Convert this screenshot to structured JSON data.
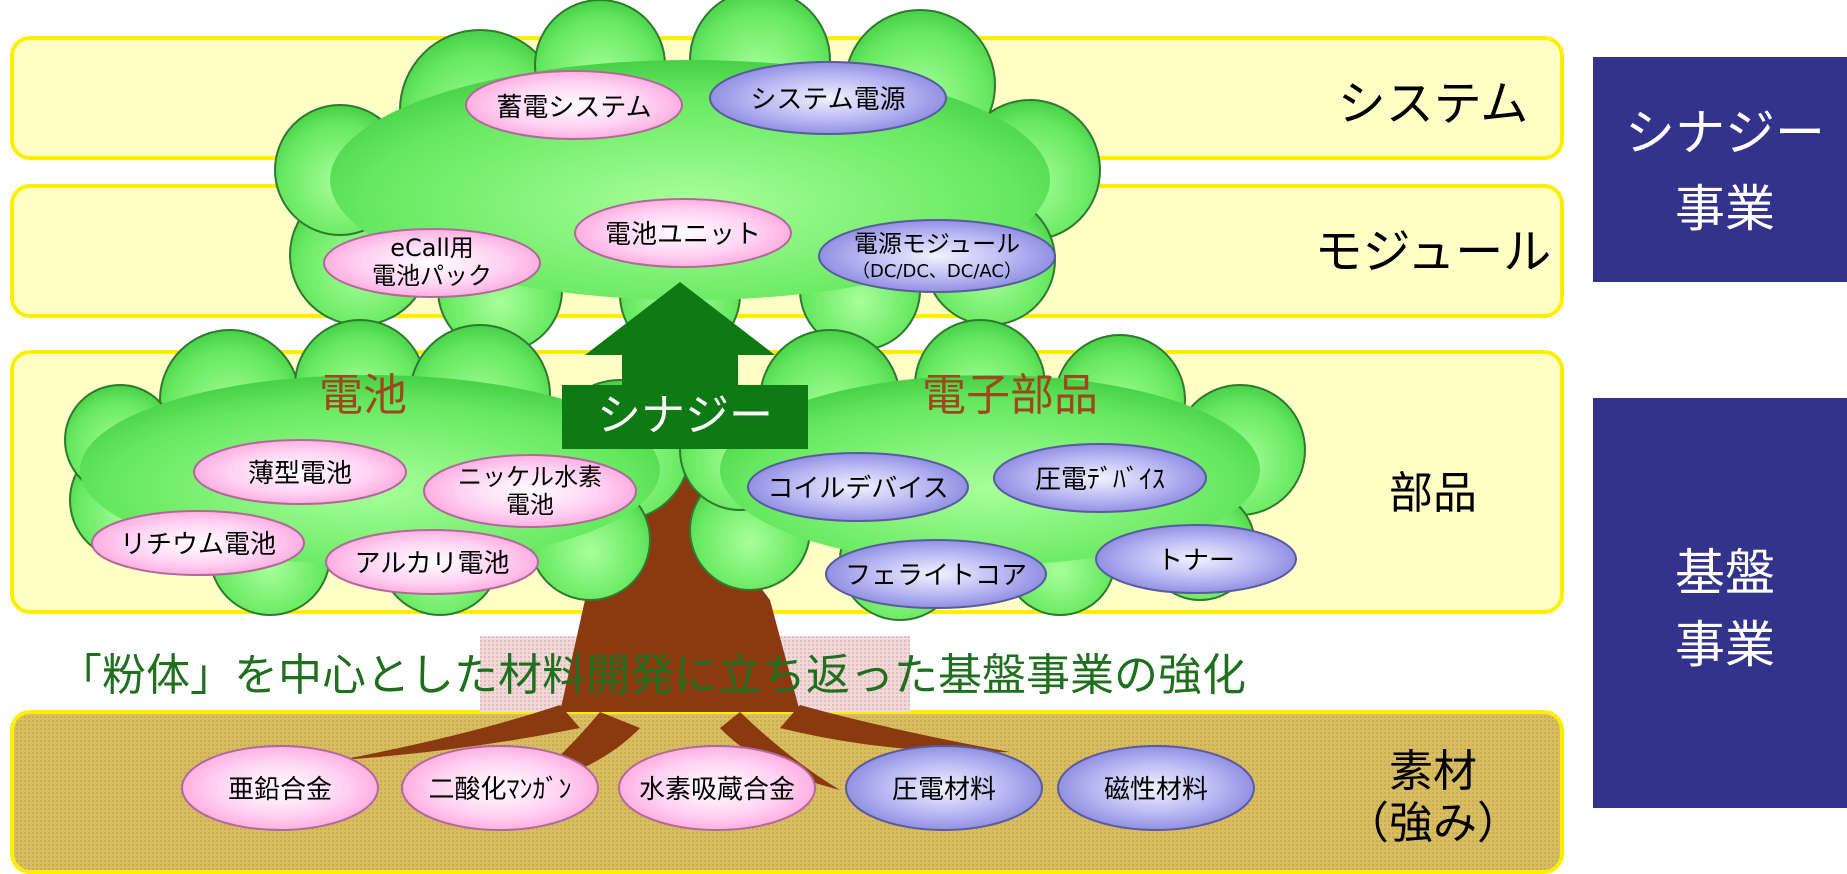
{
  "colors": {
    "band_fill": "#ffffc6",
    "band_border": "#ffee00",
    "material_band_fill": "#d2b45a",
    "canopy_fill": "#6fe86f",
    "trunk": "#8b3a10",
    "arrow": "#0e7a14",
    "pink_node": "#ffb6e6",
    "purple_node": "#9a9ae8",
    "side_box": "#33338c",
    "headline": "#1f6f1f",
    "cluster_title": "#a0461c"
  },
  "bands": {
    "system": "システム",
    "module": "モジュール",
    "parts": "部品",
    "material_line1": "素材",
    "material_line2": "（強み）"
  },
  "side": {
    "synergy_line1": "シナジー",
    "synergy_line2": "事業",
    "base_line1": "基盤",
    "base_line2": "事業"
  },
  "top_canopy": {
    "storage_system": "蓄電システム",
    "system_power": "システム電源",
    "ecall_line1": "eCall用",
    "ecall_line2": "電池パック",
    "battery_unit": "電池ユニット",
    "power_module_line1": "電源モジュール",
    "power_module_line2": "（DC/DC、DC/AC）"
  },
  "battery_cluster": {
    "title": "電池",
    "thin_battery": "薄型電池",
    "nimh_line1": "ニッケル水素",
    "nimh_line2": "電池",
    "lithium": "リチウム電池",
    "alkaline": "アルカリ電池"
  },
  "electronics_cluster": {
    "title": "電子部品",
    "coil": "コイルデバイス",
    "piezo_device": "圧電ﾃﾞﾊﾞｲｽ",
    "ferrite": "フェライトコア",
    "toner": "トナー"
  },
  "synergy_arrow_label": "シナジー",
  "headline": "「粉体」を中心とした材料開発に立ち返った基盤事業の強化",
  "materials": {
    "zinc_alloy": "亜鉛合金",
    "manganese": "二酸化ﾏﾝｶﾞﾝ",
    "hydrogen_alloy": "水素吸蔵合金",
    "piezo_material": "圧電材料",
    "magnetic_material": "磁性材料"
  }
}
